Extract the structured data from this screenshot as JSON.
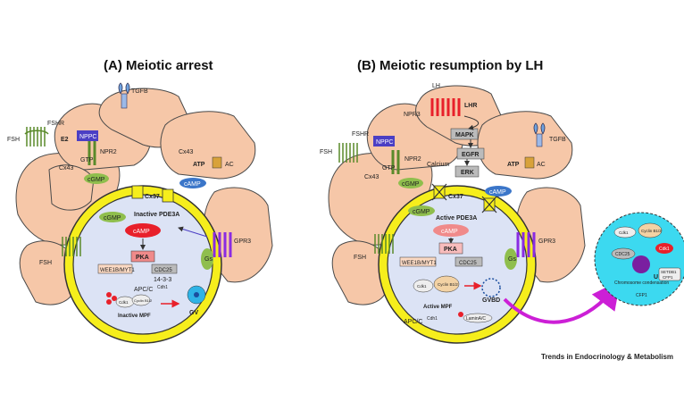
{
  "panel_a": {
    "title": "(A) Meiotic arrest",
    "labels": {
      "fsh_top": "FSH",
      "fshr": "FSHR",
      "e2": "E2",
      "npr2": "NPR2",
      "nppc": "NPPC",
      "tgfb": "TGFB",
      "cx43_left": "Cx43",
      "gtp": "GTP",
      "cgmp_gc": "cGMP",
      "cx43_right": "Cx43",
      "atp": "ATP",
      "ac": "AC",
      "camp_gc": "cAMP",
      "cx37": "Cx37",
      "cgmp_oocyte": "cGMP",
      "inactive_pde3a": "Inactive PDE3A",
      "camp_oocyte": "cAMP",
      "pka": "PKA",
      "wee1b": "WEE1B/MYT1",
      "cdc25": "CDC25",
      "p1433": "14-3-3",
      "apc": "APC/C",
      "cdh1": "Cdh1",
      "cdk1": "Cdk1",
      "cyclin": "Cyclin B1/2",
      "inactive_mpf": "Inactive MPF",
      "gv": "GV",
      "gs": "Gs",
      "gpr3": "GPR3",
      "fsh_side": "FSH"
    }
  },
  "panel_b": {
    "title": "(B) Meiotic resumption by LH",
    "labels": {
      "lh": "LH",
      "lhr": "LHR",
      "fsh_top": "FSH",
      "fshr": "FSHR",
      "npr3": "NPR3",
      "nppc": "NPPC",
      "npr2": "NPR2",
      "mapk": "MAPK",
      "egfr": "EGFR",
      "erk": "ERK",
      "calcium": "Calcium",
      "tgfb": "TGFB",
      "cx43_left": "Cx43",
      "gtp": "GTP",
      "cgmp_gc": "cGMP",
      "atp": "ATP",
      "ac": "AC",
      "camp_gc": "cAMP",
      "cx37": "Cx37",
      "cgmp_oocyte": "cGMP",
      "active_pde3a": "Active PDE3A",
      "camp_oocyte": "cAMP",
      "pka": "PKA",
      "wee1b": "WEE1B/MYT1",
      "cdc25": "CDC25",
      "cdk1": "Cdk1",
      "cyclin": "Cyclin B1/2",
      "gvbd": "GVBD",
      "active_mpf": "Active MPF",
      "apc": "APC/C",
      "cdh1": "Cdh1",
      "lamin": "LaminA/C",
      "gs": "Gs",
      "gpr3": "GPR3",
      "fsh_side": "FSH"
    }
  },
  "inset": {
    "cdk1_top": "Cdk1",
    "cyclin_top": "Cyclin B1/2",
    "cdc25": "CDC25",
    "cdk1_right": "Cdk1",
    "chromosome": "Chromosome condensation",
    "setdb": "SETDB1",
    "cfp1": "CFP1",
    "cfp1_bottom": "CFP1",
    "u": "U"
  },
  "credit": "Trends in Endocrinology & Metabolism",
  "colors": {
    "granulosa": "#f6c7a8",
    "granulosa_stroke": "#4a4a4a",
    "zona": "#f6ee1c",
    "oocyte": "#dce3f5",
    "receptor_green": "#8fbe4d",
    "nppc_blue": "#4b3fc4",
    "pka_red": "#e8202a",
    "inset_cyan": "#3cd9f0",
    "gpr3_purple": "#8a2be2",
    "arrow_magenta": "#cc1fd6"
  }
}
